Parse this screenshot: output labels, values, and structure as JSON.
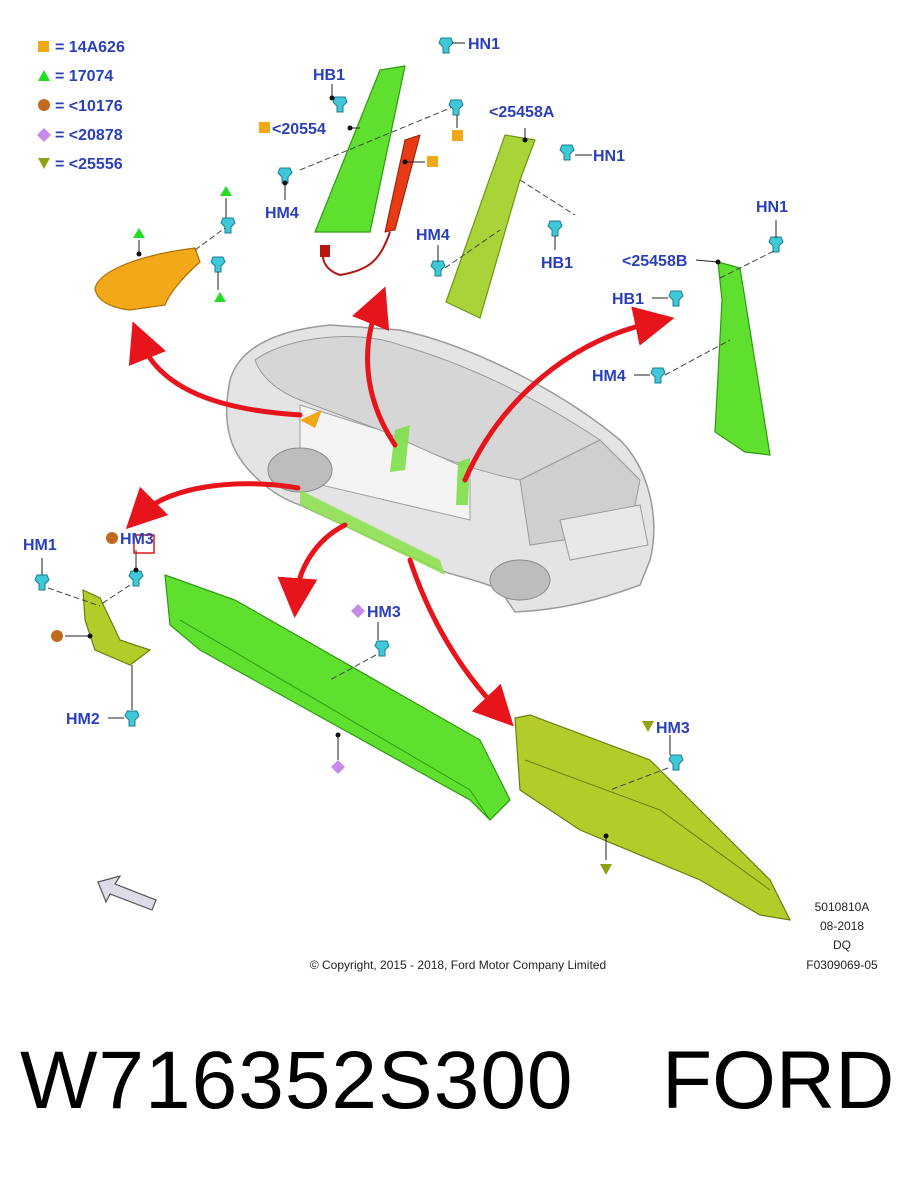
{
  "legend": [
    {
      "symbol": "square",
      "color": "#f0a814",
      "text": "= 14A626"
    },
    {
      "symbol": "triangle-up",
      "color": "#22dd22",
      "text": "= 17074"
    },
    {
      "symbol": "circle",
      "color": "#c06a20",
      "text": "= <10176"
    },
    {
      "symbol": "diamond",
      "color": "#c88ae8",
      "text": "= <20878"
    },
    {
      "symbol": "triangle-down",
      "color": "#8fa010",
      "text": "= <25556"
    }
  ],
  "labels": {
    "hn1_top": "HN1",
    "hb1_top": "HB1",
    "p20554": "<20554",
    "hm4_left": "HM4",
    "p25458a": "<25458A",
    "hn1_mid": "HN1",
    "hm4_mid": "HM4",
    "hb1_mid": "HB1",
    "hn1_right": "HN1",
    "p25458b": "<25458B",
    "hb1_right": "HB1",
    "hm4_right": "HM4",
    "hm1": "HM1",
    "hm3_left": "HM3",
    "hm2": "HM2",
    "hm3_center": "HM3",
    "hm3_right": "HM3"
  },
  "doc_codes": {
    "illustration": "5010810A",
    "date": "08-2018",
    "dq": "DQ",
    "figure": "F0309069-05"
  },
  "copyright": "© Copyright, 2015 - 2018, Ford Motor Company Limited",
  "footer": {
    "part_number": "W716352S300",
    "brand": "FORD"
  },
  "colors": {
    "label_blue": "#2a3fb8",
    "arrow_red": "#e8141c",
    "part_green": "#5fe02e",
    "part_yellowgreen": "#a8d43a",
    "part_olive": "#b4cc2a",
    "part_orange": "#f2a818",
    "clip_teal": "#3ec8d8"
  }
}
